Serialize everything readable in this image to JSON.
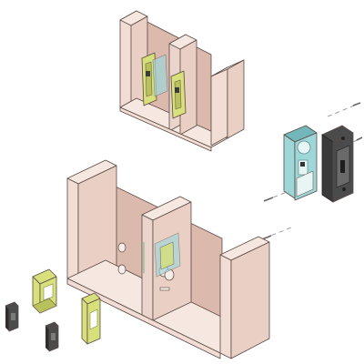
{
  "figure": {
    "kind": "exploded-assembly-view",
    "text_labels": []
  },
  "colors": {
    "wood_front": "#f1ddd4",
    "wood_side": "#e9cfc4",
    "wood_top": "#f6e8e1",
    "wood_inner": "#dcb9ad",
    "wood_glass": "#ead4cb",
    "bracket_yellow": "#d7e07a",
    "bracket_yellow_dark": "#b9c25a",
    "cyan_plate": "#9fd6d8",
    "cyan_plate_dark": "#74b7ba",
    "dark_block": "#4b4b4b",
    "dark_block_edge": "#2e2e2e",
    "lead_line": "#8a8a8a"
  },
  "parts": {
    "small_cabinet": {
      "name": "small-cabinet-assembly",
      "compartments": 2
    },
    "large_cabinet": {
      "name": "large-cabinet-assembly",
      "compartments": 2
    },
    "cyan_mounting_plate": {
      "name": "cyan-mounting-plate"
    },
    "dark_housing_block": {
      "name": "dark-housing-block"
    },
    "yellow_brackets_loose": 2,
    "dark_latches_loose": 2,
    "screws": 4
  }
}
